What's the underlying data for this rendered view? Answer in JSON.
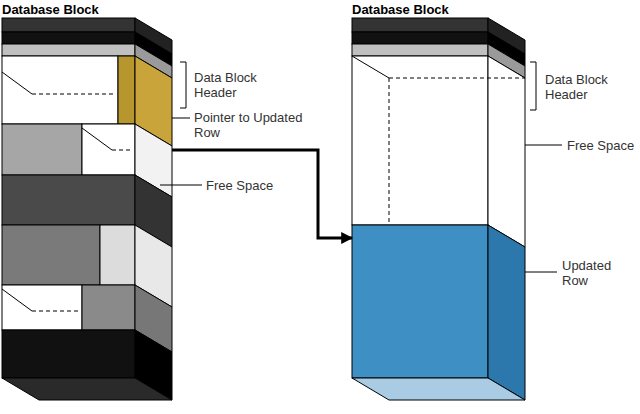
{
  "diagram": {
    "nodes": [
      {
        "text": [
          "Database Block"
        ]
      },
      {
        "text": [
          "Database Block"
        ]
      }
    ],
    "edges": [
      {
        "from": 0,
        "to": 1,
        "arrow": "to"
      }
    ],
    "labels": [
      "Data Block Header",
      "Pointer to Updated Row",
      "Free Space",
      "Data Block Header",
      "Free Space",
      "Updated Row"
    ]
  }
}
